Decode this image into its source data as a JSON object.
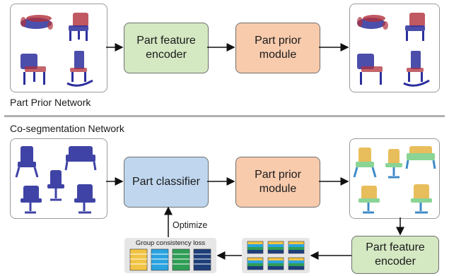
{
  "part_prior_network": {
    "caption": "Part Prior Network",
    "feature_encoder": [
      "Part feature",
      "encoder"
    ],
    "prior_module": [
      "Part prior",
      "module"
    ]
  },
  "cosegmentation_network": {
    "caption": "Co-segmentation Network",
    "classifier": "Part classifier",
    "prior_module": [
      "Part prior",
      "module"
    ],
    "feature_encoder": [
      "Part feature",
      "encoder"
    ],
    "optimize_label": "Optimize",
    "loss_label": "Group consistency loss"
  },
  "colors": {
    "green": "#d4e8c2",
    "orange": "#f8cbad",
    "blue": "#bfd6ee",
    "point_blue": "#2b2f9c",
    "point_red": "#b0303a"
  }
}
